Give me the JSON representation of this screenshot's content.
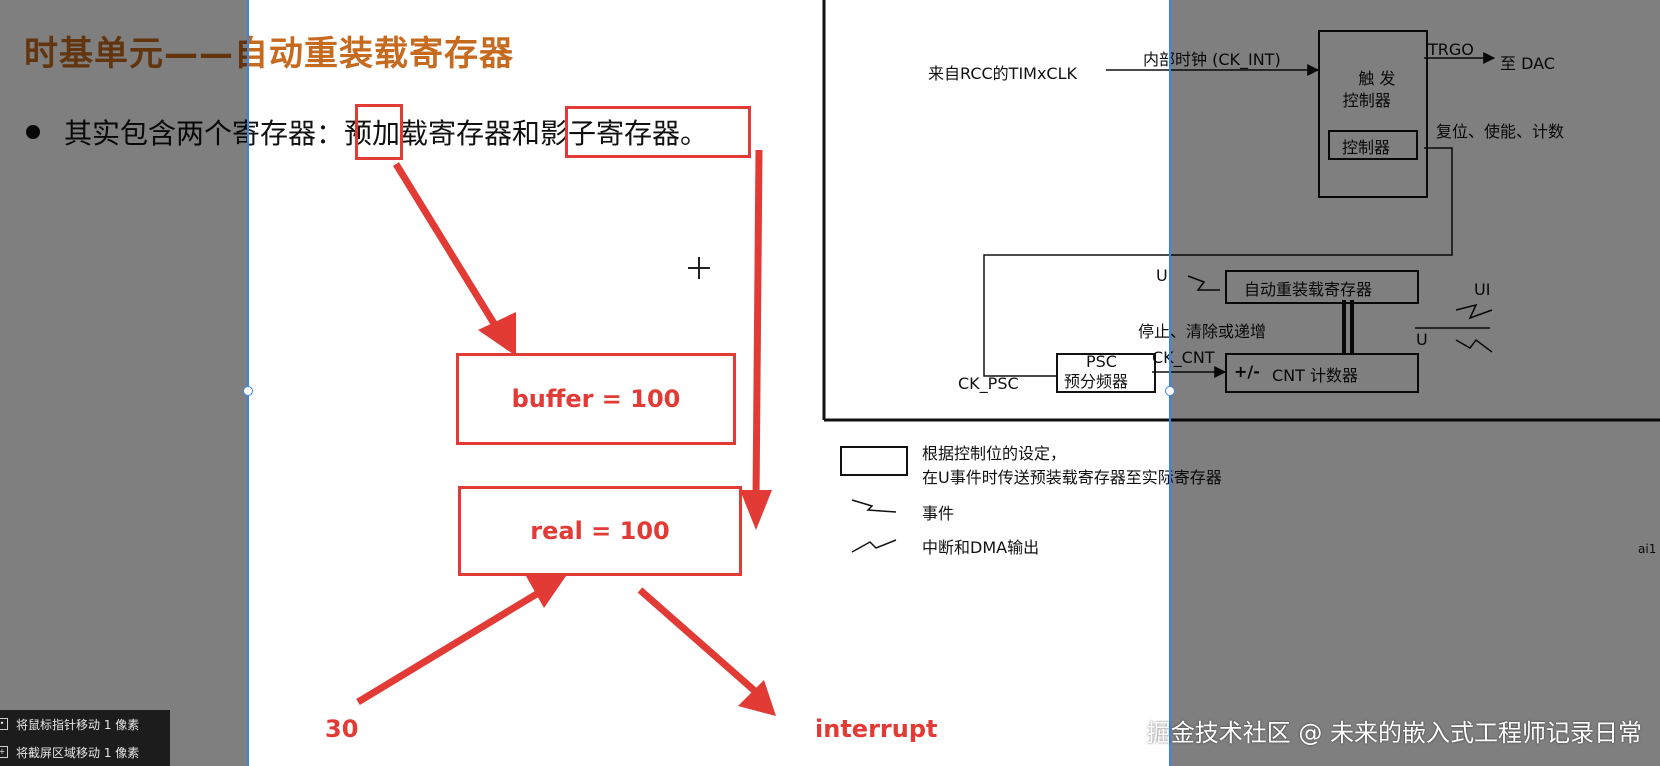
{
  "slide": {
    "title": "时基单元——自动重装载寄存器",
    "bullet_text": "其实包含两个寄存器：预加载寄存器和影子寄存器。",
    "buffer_label": "buffer = 100",
    "real_label": "real = 100",
    "input_value": "30",
    "interrupt_label": "interrupt"
  },
  "diagram": {
    "from_rcc": "来自RCC的TIMxCLK",
    "internal_clock": "内部时钟 (CK_INT)",
    "trigger_controller": "触 发\n控制器",
    "trgo": "TRGO",
    "to_dac": "至 DAC",
    "controller": "控制器",
    "reset_enable_count": "复位、使能、计数",
    "u_event": "U",
    "auto_reload": "自动重装载寄存器",
    "ui": "UI",
    "stop_clear": "停止、清除或递增",
    "u_out": "U",
    "ck_psc": "CK_PSC",
    "psc": "PSC",
    "prescaler": "预分频器",
    "ck_cnt": "CK_CNT",
    "cnt_counter_sign": "+/-",
    "cnt_counter": "CNT 计数器",
    "legend_box_text_line1": "根据控制位的设定，",
    "legend_box_text_line2": "在U事件时传送预装载寄存器至实际寄存器",
    "legend_event": "事件",
    "legend_interrupt": "中断和DMA输出",
    "fig_id": "ai1"
  },
  "overlay": {
    "watermark": "掘金技术社区 @ 未来的嵌入式工程师记录日常",
    "hint_move_pointer": "将鼠标指针移动 1 像素",
    "hint_move_region": "将截屏区域移动 1 像素"
  },
  "colors": {
    "title": "#c56a1f",
    "annotation_red": "#e23a35",
    "capture_border": "#3a86e8"
  }
}
